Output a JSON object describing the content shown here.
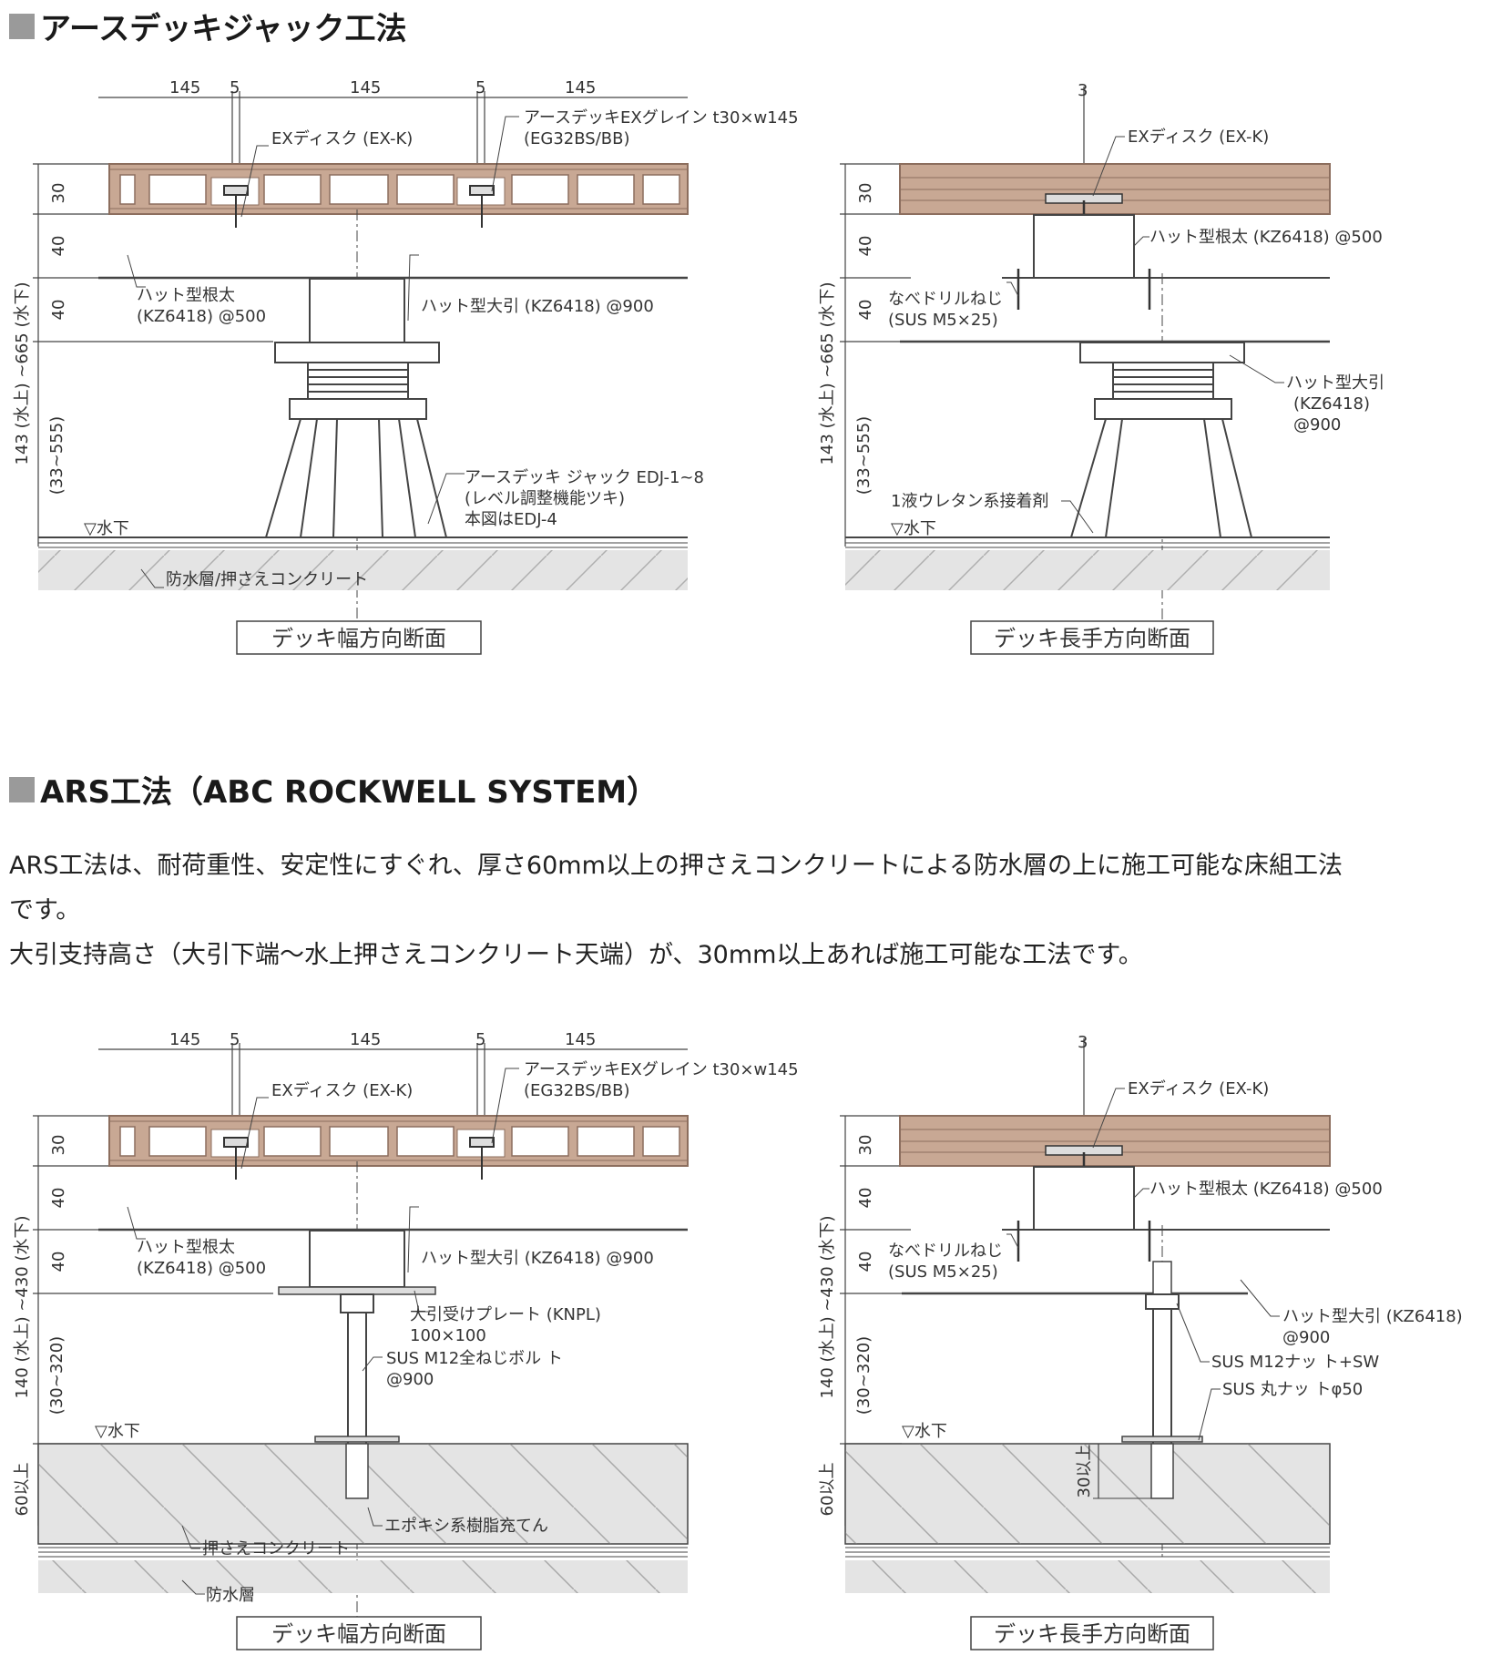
{
  "section1": {
    "heading": "アースデッキジャック工法",
    "left": {
      "dims_top": [
        "145",
        "5",
        "145",
        "5",
        "145"
      ],
      "dims_side": [
        "30",
        "40",
        "40"
      ],
      "height_main": "143 (水上) ~665 (水下)",
      "height_sub": "(33~555)",
      "labels": {
        "disc": "EXディスク (EX-K)",
        "deck1": "アースデッキEXグレイン t30×w145",
        "deck2": "(EG32BS/BB)",
        "joist1": "ハット型根太",
        "joist2": "(KZ6418) @500",
        "beam": "ハット型大引 (KZ6418) @900",
        "jack1": "アースデッキ ジャック EDJ-1~8",
        "jack2": "(レベル調整機能ツキ)",
        "jack3": "本図はEDJ-4",
        "water": "▽水下",
        "layer": "防水層/押さえコンクリート"
      },
      "caption": "デッキ幅方向断面"
    },
    "right": {
      "dim_top": "3",
      "dims_side": [
        "30",
        "40",
        "40"
      ],
      "height_main": "143 (水上) ~665 (水下)",
      "height_sub": "(33~555)",
      "labels": {
        "disc": "EXディスク (EX-K)",
        "joist": "ハット型根太 (KZ6418) @500",
        "screw1": "なべドリルねじ",
        "screw2": "(SUS M5×25)",
        "beam1": "ハット型大引",
        "beam2": "(KZ6418)",
        "beam3": "@900",
        "adhesive": "1液ウレタン系接着剤",
        "water": "▽水下"
      },
      "caption": "デッキ長手方向断面"
    }
  },
  "section2": {
    "heading": "ARS工法（ABC ROCKWELL SYSTEM）",
    "paragraph": [
      "ARS工法は、耐荷重性、安定性にすぐれ、厚さ60mm以上の押さえコンクリートによる防水層の上に施工可能な床組工法",
      "です。",
      "大引支持高さ（大引下端～水上押さえコンクリート天端）が、30mm以上あれば施工可能な工法です。"
    ],
    "left": {
      "dims_top": [
        "145",
        "5",
        "145",
        "5",
        "145"
      ],
      "dims_side": [
        "30",
        "40",
        "40"
      ],
      "height_main": "140 (水上) ~430 (水下)",
      "height_sub": "(30~320)",
      "concrete_dim": "60以上",
      "labels": {
        "disc": "EXディスク (EX-K)",
        "deck1": "アースデッキEXグレイン t30×w145",
        "deck2": "(EG32BS/BB)",
        "joist1": "ハット型根太",
        "joist2": "(KZ6418) @500",
        "beam": "ハット型大引 (KZ6418) @900",
        "plate1": "大引受けプレート (KNPL)",
        "plate2": "100×100",
        "bolt1": "SUS M12全ねじボル ト",
        "bolt2": "@900",
        "water": "▽水下",
        "concrete": "押さえコンクリート",
        "epoxy": "エポキシ系樹脂充てん",
        "layer": "防水層"
      },
      "caption": "デッキ幅方向断面"
    },
    "right": {
      "dim_top": "3",
      "dims_side": [
        "30",
        "40",
        "40"
      ],
      "height_main": "140 (水上) ~430 (水下)",
      "height_sub": "(30~320)",
      "concrete_dim": "60以上",
      "anchor_dim": "30以上",
      "labels": {
        "disc": "EXディスク (EX-K)",
        "joist": "ハット型根太 (KZ6418) @500",
        "screw1": "なべドリルねじ",
        "screw2": "(SUS M5×25)",
        "beam1": "ハット型大引 (KZ6418)",
        "beam2": "@900",
        "nut1": "SUS M12ナッ ト+SW",
        "nut2": "SUS 丸ナッ トφ50",
        "water": "▽水下"
      },
      "caption": "デッキ長手方向断面"
    }
  },
  "colors": {
    "deck_wood": "#c8a894",
    "deck_edge": "#8c6e5e",
    "concrete": "#e4e4e4",
    "line": "#444444",
    "heading_square": "#9a9a9a"
  }
}
